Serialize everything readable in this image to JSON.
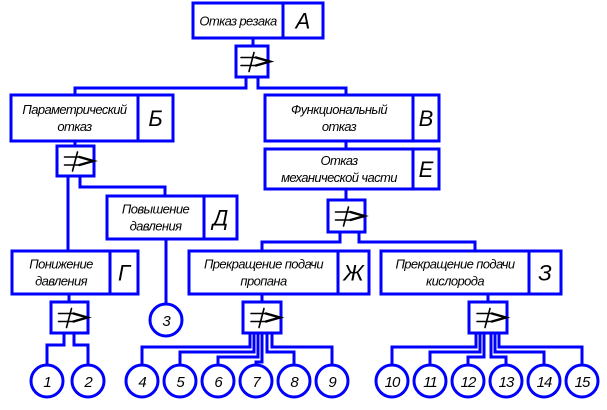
{
  "diagram": {
    "type": "fault-tree",
    "colors": {
      "lines": "#0000ff",
      "text": "#000000",
      "background": "#ffffff"
    },
    "gate_type": "OR",
    "gate_icon": "or-gate-icon",
    "events": [
      {
        "id": "A",
        "code": "А",
        "lines": [
          "Отказ резака"
        ]
      },
      {
        "id": "B",
        "code": "Б",
        "lines": [
          "Параметрический",
          "отказ"
        ]
      },
      {
        "id": "V",
        "code": "В",
        "lines": [
          "Функциональный",
          "отказ"
        ]
      },
      {
        "id": "E",
        "code": "Е",
        "lines": [
          "Отказ",
          "механической части"
        ]
      },
      {
        "id": "D",
        "code": "Д",
        "lines": [
          "Повышение",
          "давления"
        ]
      },
      {
        "id": "G",
        "code": "Г",
        "lines": [
          "Понижение",
          "давления"
        ]
      },
      {
        "id": "ZH",
        "code": "Ж",
        "lines": [
          "Прекращение подачи",
          "пропана"
        ]
      },
      {
        "id": "Z",
        "code": "З",
        "lines": [
          "Прекращение подачи",
          "кислорода"
        ]
      }
    ],
    "basic_events": [
      "1",
      "2",
      "3",
      "4",
      "5",
      "6",
      "7",
      "8",
      "9",
      "10",
      "11",
      "12",
      "13",
      "14",
      "15"
    ],
    "structure": [
      {
        "parent": "A",
        "gate": "OR",
        "children": [
          "B",
          "V"
        ]
      },
      {
        "parent": "B",
        "gate": "OR",
        "children": [
          "G",
          "D"
        ]
      },
      {
        "parent": "V",
        "gate": null,
        "children": [
          "E"
        ]
      },
      {
        "parent": "E",
        "gate": "OR",
        "children": [
          "ZH",
          "Z"
        ]
      },
      {
        "parent": "D",
        "gate": null,
        "children": [
          "3"
        ]
      },
      {
        "parent": "G",
        "gate": "OR",
        "children": [
          "1",
          "2"
        ]
      },
      {
        "parent": "ZH",
        "gate": "OR",
        "children": [
          "4",
          "5",
          "6",
          "7",
          "8",
          "9"
        ]
      },
      {
        "parent": "Z",
        "gate": "OR",
        "children": [
          "10",
          "11",
          "12",
          "13",
          "14",
          "15"
        ]
      }
    ]
  }
}
